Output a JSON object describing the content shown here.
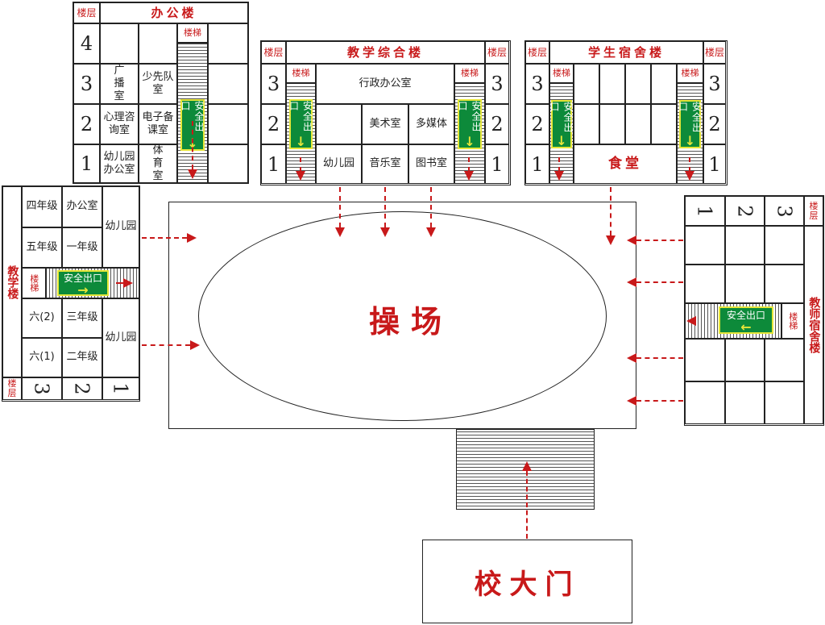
{
  "floor_label": "楼层",
  "stair_label": "楼梯",
  "exit_label": "安全出口",
  "office_building": {
    "title": "办公楼",
    "floors": [
      "4",
      "3",
      "2",
      "1"
    ],
    "rooms": {
      "f3a": "广播室",
      "f3b": "少先队室",
      "f2a": "心理咨询室",
      "f2b": "电子备课室",
      "f1a": "幼儿园办公室",
      "f1b": "体育室"
    }
  },
  "teaching_complex": {
    "title": "教学综合楼",
    "floors": [
      "3",
      "2",
      "1"
    ],
    "rooms": {
      "f3": "行政办公室",
      "f2a": "美术室",
      "f2b": "多媒体",
      "f1a": "幼儿园",
      "f1b": "音乐室",
      "f1c": "图书室"
    }
  },
  "dormitory": {
    "title": "学生宿舍楼",
    "floors": [
      "3",
      "2",
      "1"
    ],
    "canteen": "食堂"
  },
  "teaching_building": {
    "title": "教学楼",
    "floors": [
      "3",
      "2",
      "1"
    ],
    "rooms": {
      "r1a": "四年级",
      "r1b": "办公室",
      "r2a": "五年级",
      "r2b": "一年级",
      "r3a": "六(2)",
      "r3b": "三年级",
      "r4a": "六(1)",
      "r4b": "二年级",
      "k1": "幼儿园",
      "k2": "幼儿园"
    }
  },
  "teacher_dorm": {
    "title": "教师宿舍楼",
    "floors": [
      "1",
      "2",
      "3"
    ]
  },
  "playground": "操场",
  "school_gate": "校大门",
  "colors": {
    "label_red": "#c8191a",
    "exit_green": "#0d8a3a",
    "exit_border": "#e6e639"
  }
}
